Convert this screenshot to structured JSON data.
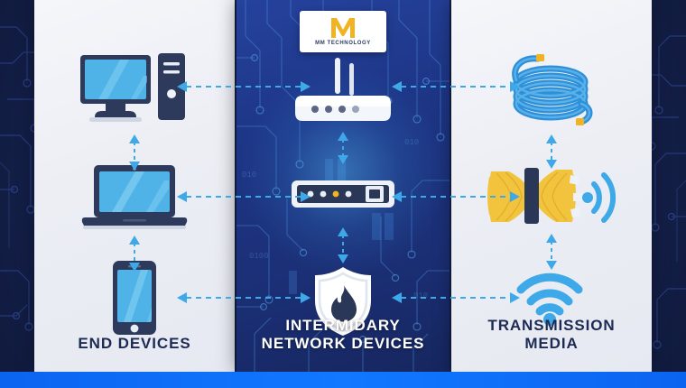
{
  "logo": {
    "name": "MM TECHNOLOGY",
    "mark": "M",
    "mark_color": "#f0b323",
    "text_color": "#2b3c63"
  },
  "columns": [
    {
      "id": "end-devices",
      "caption": "END DEVICES",
      "theme": "light",
      "devices": [
        {
          "id": "desktop-computer",
          "label": "Desktop Computer",
          "icon": "desktop-icon"
        },
        {
          "id": "laptop",
          "label": "Laptop",
          "icon": "laptop-icon"
        },
        {
          "id": "smartphone",
          "label": "Smartphone",
          "icon": "smartphone-icon"
        }
      ]
    },
    {
      "id": "intermediary-network-devices",
      "caption_line1": "INTERMIDARY",
      "caption_line2": "NETWORK DEVICES",
      "theme": "dark",
      "devices": [
        {
          "id": "router",
          "label": "Wireless Router",
          "icon": "router-icon"
        },
        {
          "id": "switch",
          "label": "Network Switch",
          "icon": "switch-icon"
        },
        {
          "id": "firewall",
          "label": "Firewall",
          "icon": "firewall-shield-icon"
        }
      ]
    },
    {
      "id": "transmission-media",
      "caption_line1": "TRANSMISSION",
      "caption_line2": "MEDIA",
      "theme": "light",
      "devices": [
        {
          "id": "ethernet-cable",
          "label": "Ethernet Cable Coil",
          "icon": "ethernet-cable-icon"
        },
        {
          "id": "fiber-bundle",
          "label": "Fiber Optic Bundle",
          "icon": "fiber-bundle-icon"
        },
        {
          "id": "wireless-signal",
          "label": "Wireless Signal",
          "icon": "wifi-icon"
        }
      ]
    }
  ],
  "connections": {
    "style": "dashed double-headed arrow",
    "color": "#3ea9e8",
    "horizontal": [
      {
        "id": "desktop-router",
        "from": "desktop-computer",
        "to": "router"
      },
      {
        "id": "laptop-switch",
        "from": "laptop",
        "to": "switch"
      },
      {
        "id": "smartphone-firewall",
        "from": "smartphone",
        "to": "firewall"
      },
      {
        "id": "router-cable",
        "from": "router",
        "to": "ethernet-cable"
      },
      {
        "id": "switch-fiber",
        "from": "switch",
        "to": "fiber-bundle"
      },
      {
        "id": "firewall-wifi",
        "from": "firewall",
        "to": "wireless-signal"
      }
    ],
    "vertical": [
      {
        "id": "desktop-laptop",
        "from": "desktop-computer",
        "to": "laptop"
      },
      {
        "id": "laptop-smartphone",
        "from": "laptop",
        "to": "smartphone"
      },
      {
        "id": "router-switch",
        "from": "router",
        "to": "switch"
      },
      {
        "id": "switch-firewall",
        "from": "switch",
        "to": "firewall"
      },
      {
        "id": "cable-fiber",
        "from": "ethernet-cable",
        "to": "fiber-bundle"
      },
      {
        "id": "fiber-wifi",
        "from": "fiber-bundle",
        "to": "wireless-signal"
      }
    ]
  },
  "palette": {
    "background_navy": "#16224f",
    "panel_light": "#eceef4",
    "panel_blue": "#1d3585",
    "accent_bar": "#1178ff",
    "arrow_blue": "#3ea9e8",
    "device_navy": "#2d3a5c",
    "screen_blue": "#4fb3e8",
    "cable_blue": "#2f8fd8",
    "fiber_yellow": "#f2c33d",
    "logo_gold": "#f0b323"
  }
}
